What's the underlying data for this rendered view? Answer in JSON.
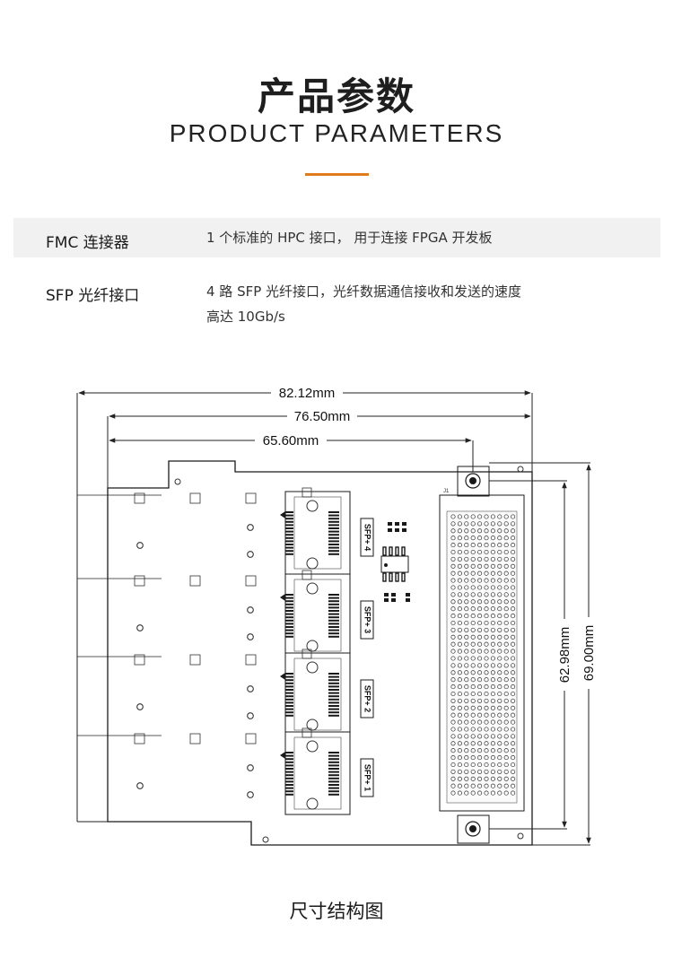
{
  "header": {
    "title_cn": "产品参数",
    "title_en": "PRODUCT PARAMETERS",
    "accent_color": "#e07a1f"
  },
  "params": [
    {
      "label": "FMC 连接器",
      "value": "1 个标准的 HPC 接口，  用于连接 FPGA 开发板"
    },
    {
      "label": "SFP 光纤接口",
      "value_line1": "4 路 SFP 光纤接口，光纤数据通信接收和发送的速度",
      "value_line2": "高达 10Gb/s"
    }
  ],
  "drawing": {
    "dim_width_total": "82.12mm",
    "dim_width_mid": "76.50mm",
    "dim_width_inner": "65.60mm",
    "dim_height_inner": "62.98mm",
    "dim_height_total": "69.00mm",
    "sfp_labels": [
      "SFP+ 4",
      "SFP+ 3",
      "SFP+ 2",
      "SFP+ 1"
    ],
    "connector_ref": "J1"
  },
  "caption": "尺寸结构图"
}
